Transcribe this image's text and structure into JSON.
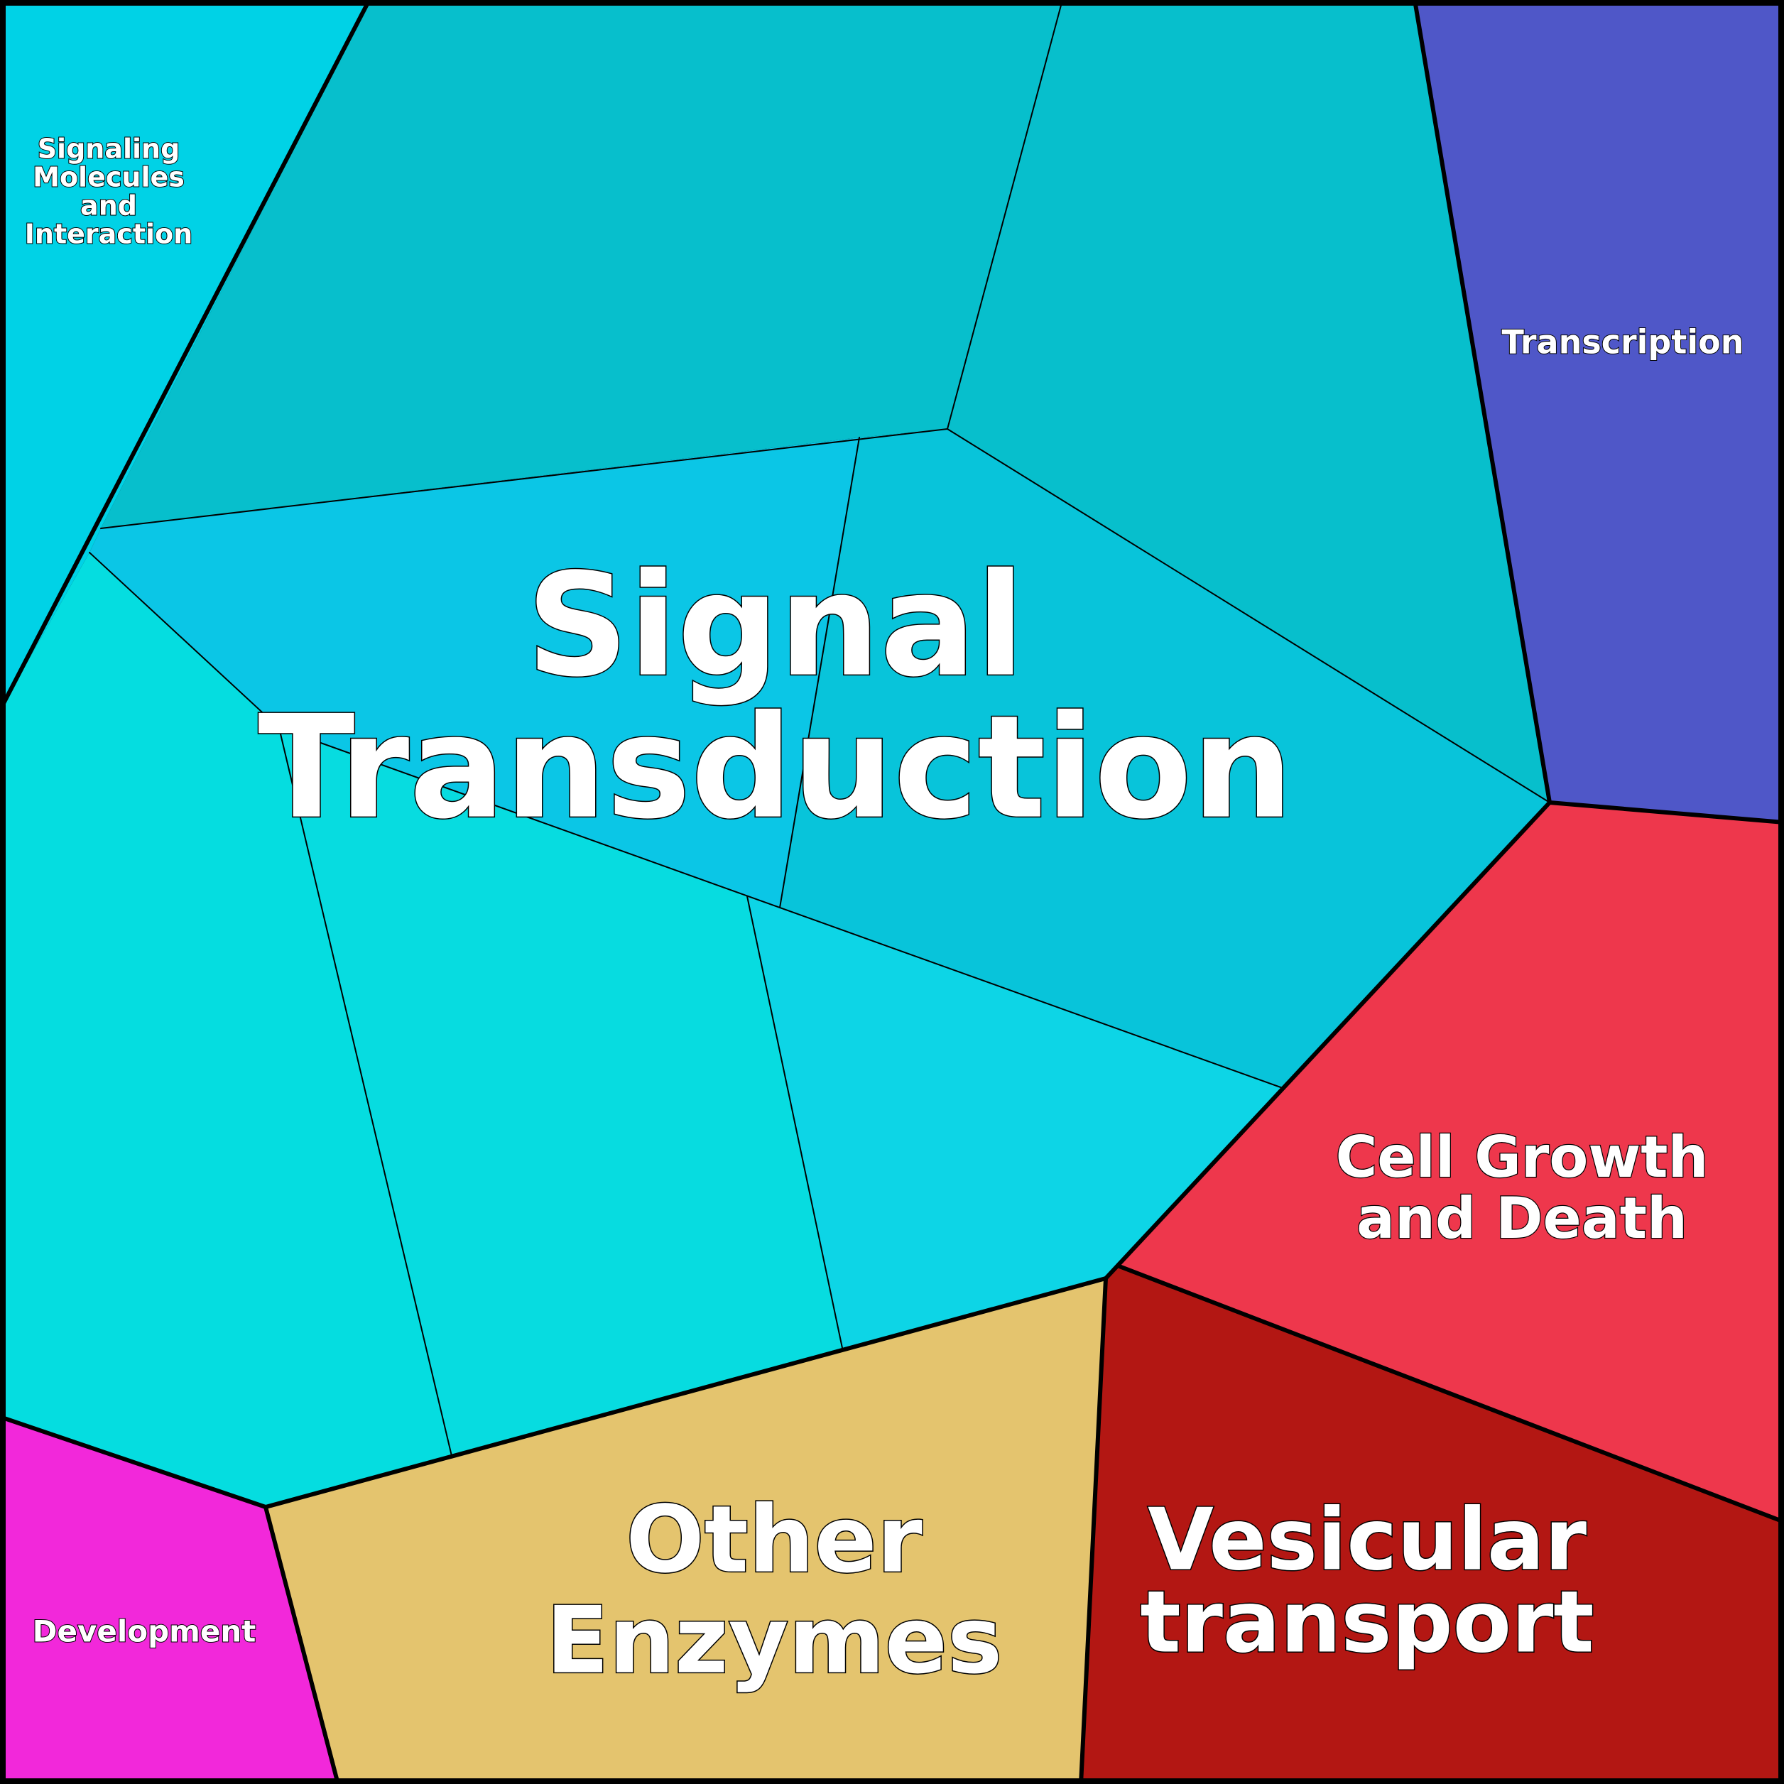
{
  "diagram": {
    "kind": "voronoi-treemap",
    "cells": [
      {
        "id": "signaling-molecules",
        "lines": [
          "Signaling",
          "Molecules",
          "and",
          "Interaction"
        ],
        "color": "#00D2E6"
      },
      {
        "id": "transcription",
        "lines": [
          "Transcription"
        ],
        "color": "#4F57C8"
      },
      {
        "id": "signal-transduction-a",
        "lines": [],
        "color": "#07BFCC"
      },
      {
        "id": "signal-transduction-b",
        "lines": [],
        "color": "#07BFCC"
      },
      {
        "id": "signal-transduction-c",
        "lines": [],
        "color": "#0BC6E6"
      },
      {
        "id": "signal-transduction-d",
        "lines": [],
        "color": "#08C4DA"
      },
      {
        "id": "signal-transduction-e",
        "lines": [],
        "color": "#05DDE0"
      },
      {
        "id": "signal-transduction-f",
        "lines": [],
        "color": "#07DCE0"
      },
      {
        "id": "signal-transduction-g",
        "lines": [],
        "color": "#0DD5E6"
      },
      {
        "id": "cell-growth-and-death",
        "lines": [
          "Cell Growth",
          "and Death"
        ],
        "color": "#EE374C"
      },
      {
        "id": "vesicular-transport",
        "lines": [
          "Vesicular",
          "transport"
        ],
        "color": "#B31713"
      },
      {
        "id": "other-enzymes",
        "lines": [
          "Other",
          "Enzymes"
        ],
        "color": "#E4C46E"
      },
      {
        "id": "development",
        "lines": [
          "Development"
        ],
        "color": "#F228DA"
      }
    ],
    "group_label": {
      "id": "signal-transduction",
      "lines": [
        "Signal",
        "Transduction"
      ]
    },
    "border_color": "#000000"
  }
}
